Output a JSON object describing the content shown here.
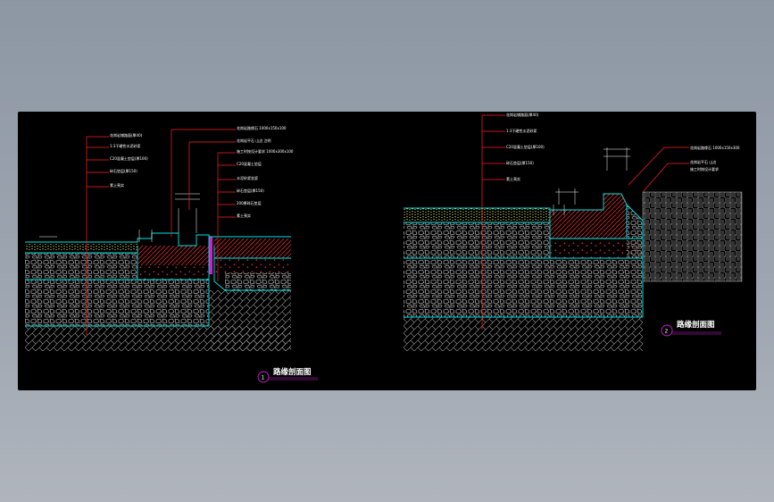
{
  "sections": [
    {
      "id": "section-1",
      "number": "1",
      "title": "路缘剖面图",
      "left_callouts": [
        "花岗岩铺路面(厚40)",
        "1:3干硬性水泥砂浆",
        "C20混凝土垫层(厚100)",
        "碎石垫层(厚150)",
        "素土夷实"
      ],
      "right_callouts": [
        "花岗岩路缘石 1000x150x100",
        "花岗岩平石 山边 注明",
        "施工时按设计要求 1000x300x100",
        "C20混凝土垫层",
        "水泥砂浆坐浆",
        "碎石垫层(厚150)",
        "200厚碎石垫层",
        "素土夷实"
      ]
    },
    {
      "id": "section-2",
      "number": "2",
      "title": "路缘剖面图",
      "left_callouts": [
        "花岗岩铺路面(厚40)",
        "1:3干硬性水泥砂浆",
        "C20混凝土垫层(厚100)",
        "碎石垫层(厚150)",
        "素土夷实"
      ],
      "right_callouts": [
        "花岗岩路缘石 1000x150x300",
        "花岗岩平石 山边",
        "施工时按设计要求"
      ]
    }
  ],
  "colors": {
    "background": "#000000",
    "leader": "#ff2020",
    "section_line": "#00e5e5",
    "hatch": "#ff2a2a",
    "aggregate": "#d0d0d0",
    "soil": "#b0b0b0",
    "surface": "#f2f2a0",
    "accent": "#d020d0"
  }
}
